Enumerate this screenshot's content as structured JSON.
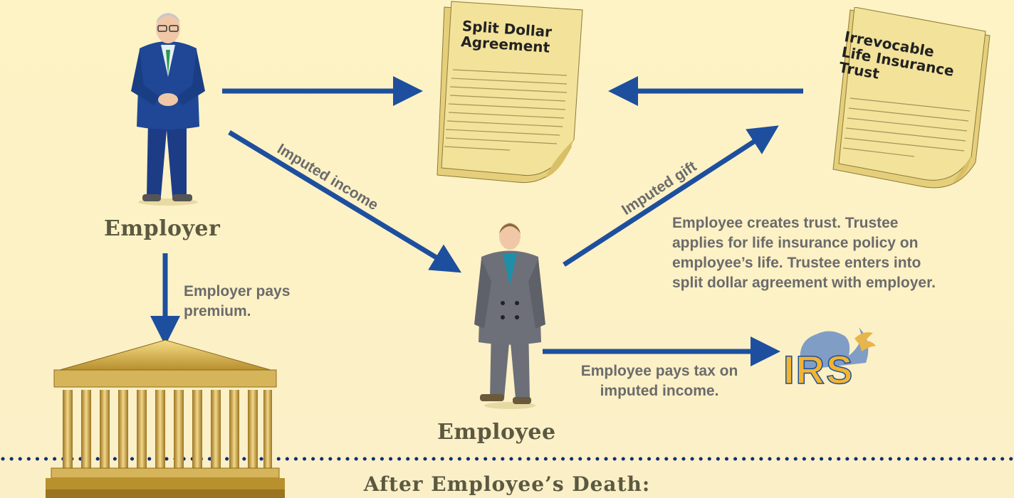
{
  "actors": {
    "employer": "Employer",
    "employee": "Employee"
  },
  "documents": {
    "split_dollar": "Split Dollar Agreement",
    "trust_line1": "Irrevocable",
    "trust_line2": "Life Insurance",
    "trust_line3": "Trust"
  },
  "flows": {
    "imputed_income": "Imputed income",
    "imputed_gift": "Imputed gift"
  },
  "notes": {
    "employer_pays_1": "Employer pays",
    "employer_pays_2": "premium.",
    "trust_1": "Employee creates trust. Trustee",
    "trust_2": "applies for life insurance policy on",
    "trust_3": "employee’s life. Trustee enters into",
    "trust_4": "split dollar agreement with employer.",
    "tax_1": "Employee pays tax on",
    "tax_2": "imputed income."
  },
  "irs_logo": "IRS",
  "footer": "After Employee’s Death:",
  "colors": {
    "arrow": "#1d4f9e",
    "doc_fill": "#f3e29a",
    "brand_text": "#5b5940"
  }
}
